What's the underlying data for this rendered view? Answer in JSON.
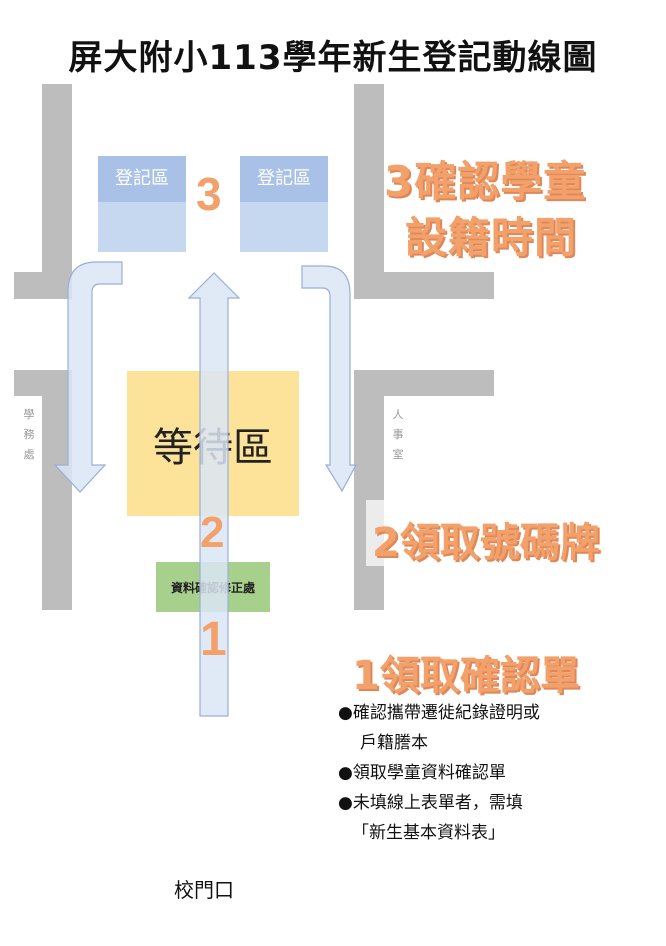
{
  "title": "屏大附小113學年新生登記動線圖",
  "booths": {
    "left": "登記區",
    "right": "登記區"
  },
  "waiting_area": "等待區",
  "correction_desk": "資料確認修正處",
  "step_numbers": {
    "one": "1",
    "two": "2",
    "three": "3"
  },
  "left_building": "學務處",
  "right_building": "人事室",
  "step3_label": {
    "line1": "3確認學童",
    "line2": "設籍時間"
  },
  "step2_label": "2領取號碼牌",
  "step1_label": "1領取確認單",
  "notes": [
    {
      "line1": "●確認攜帶遷徙紀錄證明或",
      "line2": "戶籍謄本"
    },
    {
      "line1": "●領取學童資料確認單"
    },
    {
      "line1": "●未填線上表單者，需填",
      "line2": "「新生基本資料表」"
    }
  ],
  "gate": "校門口",
  "colors": {
    "wall": "#bdbdbd",
    "booth": "#c5d8f0",
    "booth_header": "#a9c1e6",
    "waiting": "#fde39a",
    "correction": "#a8d08d",
    "arrow": "#dbe5f4",
    "arrow_stroke": "#9aafd6",
    "accent": "#f2a16b"
  }
}
